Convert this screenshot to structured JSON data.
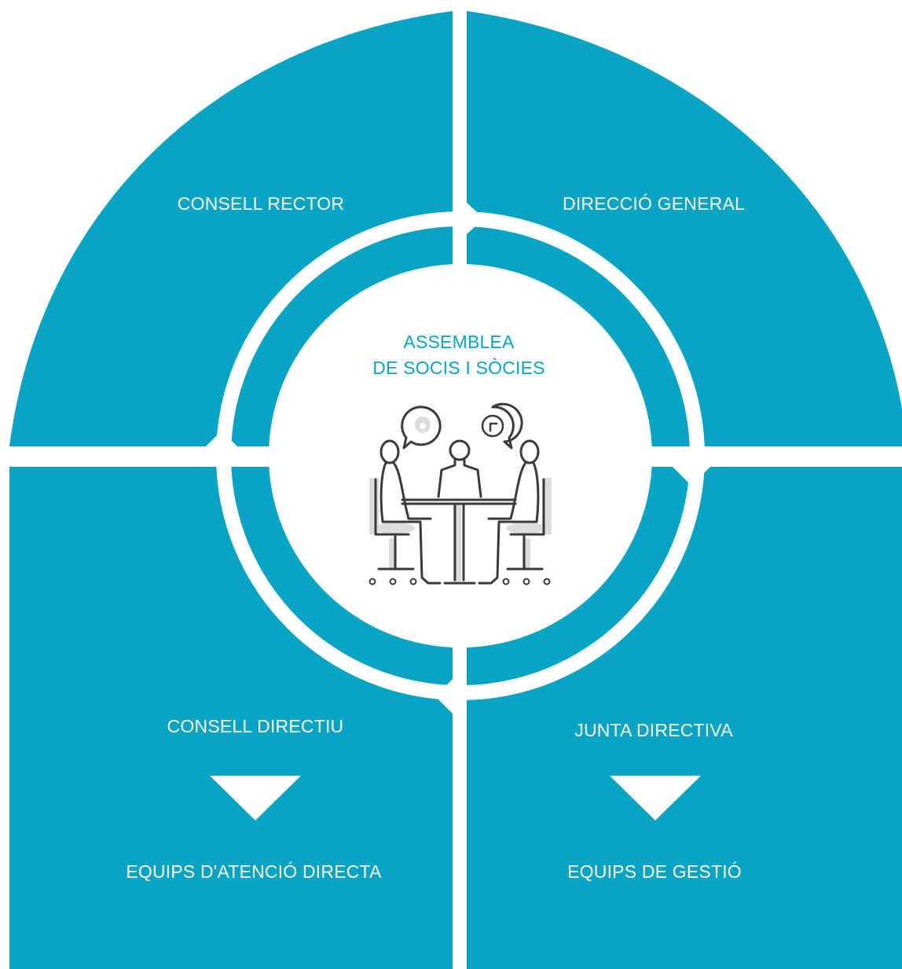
{
  "colors": {
    "primary": "#07a4c4",
    "background": "#ffffff",
    "icon_stroke": "#3a3a3a",
    "icon_shadow": "#dcdcdc"
  },
  "quadrants": {
    "top_left": {
      "label": "CONSELL RECTOR"
    },
    "top_right": {
      "label": "DIRECCIÓ GENERAL"
    },
    "bottom_left": {
      "top_label": "CONSELL DIRECTIU",
      "bottom_label": "EQUIPS D'ATENCIÓ DIRECTA"
    },
    "bottom_right": {
      "top_label": "JUNTA DIRECTIVA",
      "bottom_label": "EQUIPS DE GESTIÓ"
    }
  },
  "center": {
    "title_line1": "ASSEMBLEA",
    "title_line2": "DE SOCIS I SÒCIES",
    "icon": "meeting-people-icon"
  }
}
